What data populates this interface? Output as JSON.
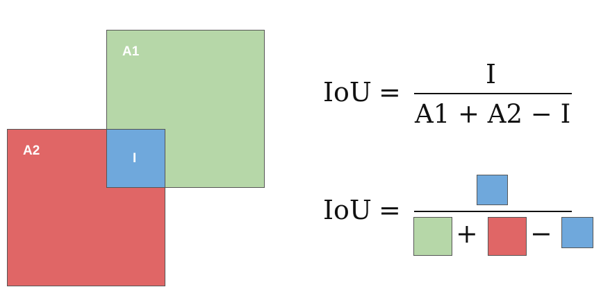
{
  "colors": {
    "a1": "#b6d7a8",
    "a2": "#e06666",
    "intersection": "#6fa8dc",
    "border": "#555555",
    "label": "#ffffff",
    "text": "#111111"
  },
  "boxes": {
    "a1_label": "A1",
    "a2_label": "A2",
    "intersection_label": "I"
  },
  "formula_text": {
    "lhs": "IoU",
    "equals": "=",
    "numerator": "I",
    "denominator": "A1 + A2 − I"
  },
  "formula_visual": {
    "lhs": "IoU",
    "equals": "=",
    "plus": "+",
    "minus": "−",
    "numerator_swatch": "intersection",
    "denominator_swatches": [
      "a1",
      "a2",
      "intersection"
    ]
  }
}
